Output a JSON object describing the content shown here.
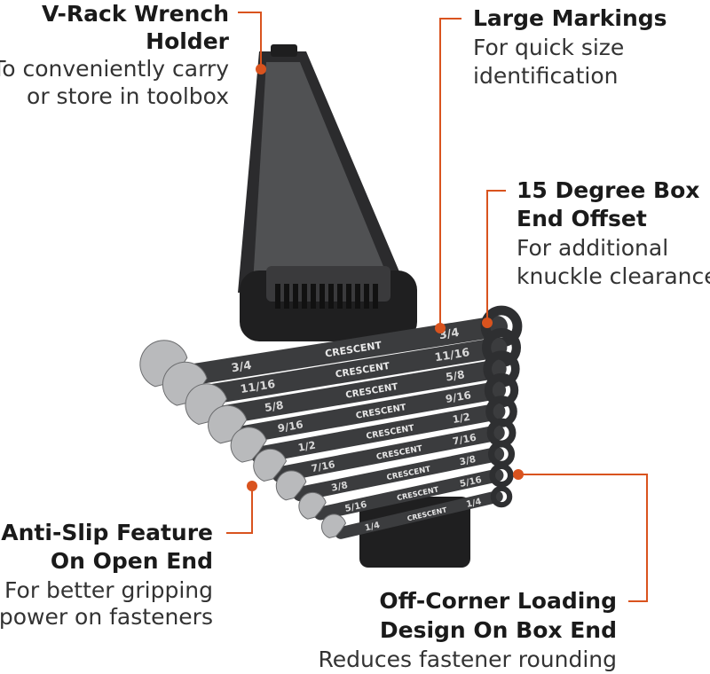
{
  "accent_color": "#d9531e",
  "callouts": {
    "vrack": {
      "title": [
        "V-Rack Wrench",
        "Holder"
      ],
      "desc": [
        "To conveniently carry",
        "or store in toolbox"
      ]
    },
    "markings": {
      "title": [
        "Large Markings"
      ],
      "desc": [
        "For quick size",
        "identification"
      ]
    },
    "offset": {
      "title": [
        "15 Degree Box",
        "End Offset"
      ],
      "desc": [
        "For additional",
        "knuckle clearance"
      ]
    },
    "antislip": {
      "title": [
        "Anti-Slip Feature",
        "On Open End"
      ],
      "desc": [
        "For better gripping",
        "power on fasteners"
      ]
    },
    "offcorner": {
      "title": [
        "Off-Corner Loading",
        "Design On Box End"
      ],
      "desc": [
        "Reduces fastener rounding"
      ]
    }
  },
  "brand": "CRESCENT",
  "wrench_sizes": [
    "3/4",
    "11/16",
    "5/8",
    "9/16",
    "1/2",
    "7/16",
    "3/8",
    "5/16",
    "1/4"
  ]
}
